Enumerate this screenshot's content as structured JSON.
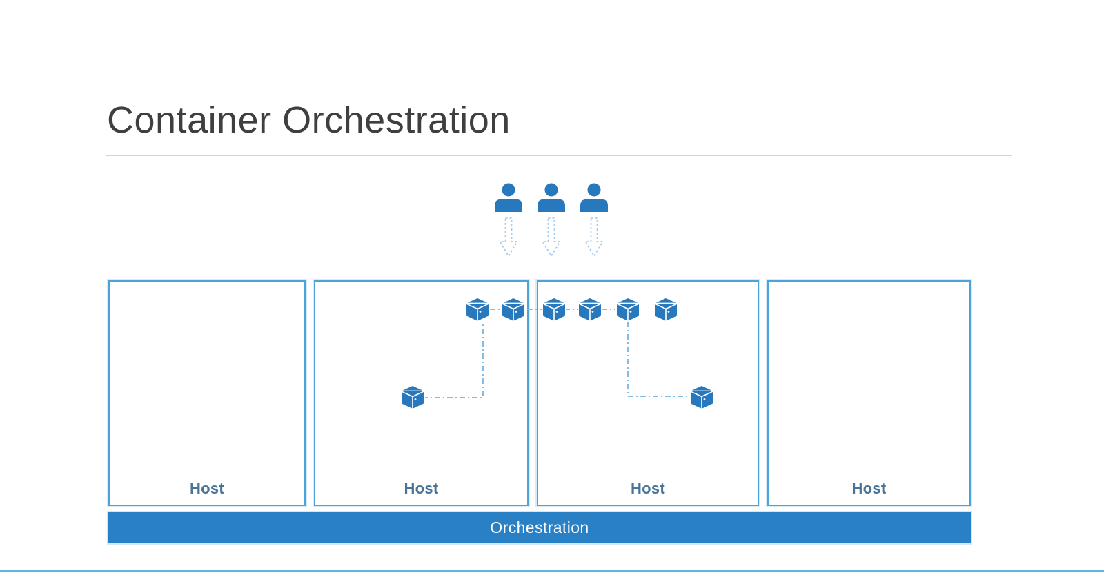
{
  "title": "Container Orchestration",
  "diagram": {
    "users": {
      "icon": "user-icon",
      "count": 3
    },
    "request_arrows": {
      "icon": "arrow-down-dashed-icon",
      "count": 3
    },
    "hosts": [
      {
        "label": "Host",
        "container_count": 0
      },
      {
        "label": "Host",
        "container_count": 3
      },
      {
        "label": "Host",
        "container_count": 5
      },
      {
        "label": "Host",
        "container_count": 0
      }
    ],
    "container_icon": "container-box-icon",
    "orchestration_bar": {
      "label": "Orchestration"
    }
  },
  "colors": {
    "accent_blue": "#2878BE",
    "bar_blue": "#2A80C5",
    "host_border_blue": "#4BA3DC",
    "connector_blue": "#85BCE6",
    "arrow_dash_blue": "#A6CCEC",
    "host_label_blue": "#4A7398",
    "title_gray": "#3F3F3F",
    "title_rule_gray": "#D6D4D8",
    "bottom_line_blue": "#5FB4E5"
  }
}
